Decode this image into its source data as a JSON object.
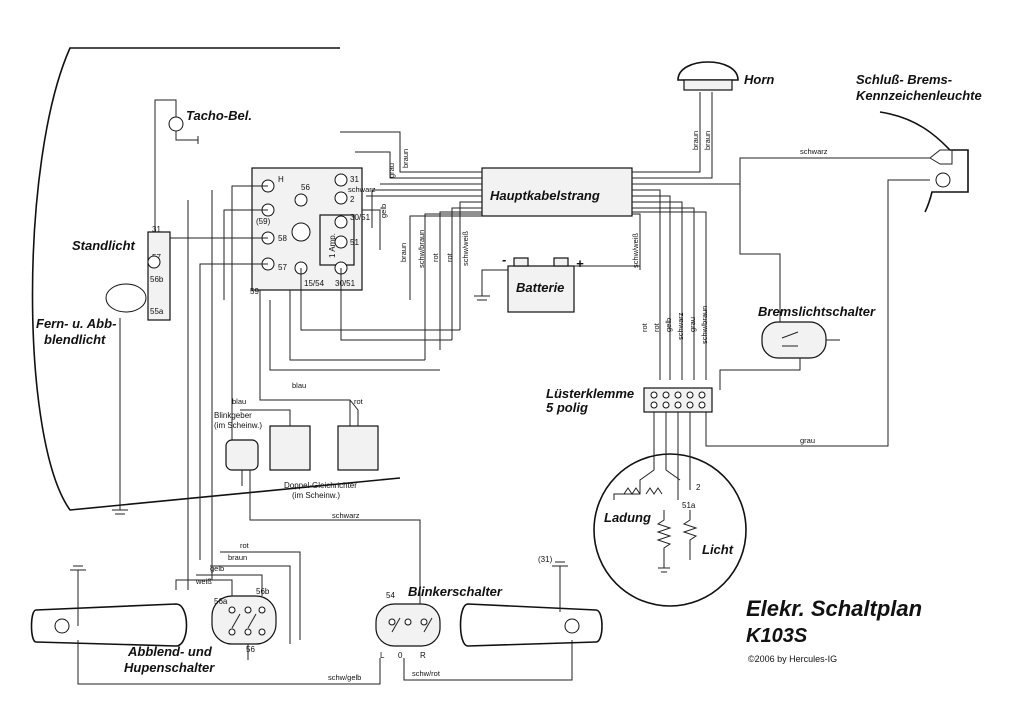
{
  "title": "Elekr. Schaltplan",
  "model": "K103S",
  "copyright": "©2006 by Hercules-IG",
  "labels": {
    "horn": "Horn",
    "taillight_line1": "Schluß- Brems-",
    "taillight_line2": "Kennzeichenleuchte",
    "tacho": "Tacho-Bel.",
    "harness": "Hauptkabelstrang",
    "standlicht": "Standlicht",
    "headlight_line1": "Fern- u. Abb-",
    "headlight_line2": "blendlicht",
    "battery": "Batterie",
    "brake_switch": "Bremslichtschalter",
    "terminal_line1": "Lüsterklemme",
    "terminal_line2": "5 polig",
    "blinkgeber_line1": "Blinkgeber",
    "blinkgeber_line2": "(im Scheinw.)",
    "rectifier_line1": "Doppel-Gleichrichter",
    "rectifier_line2": "(im Scheinw.)",
    "ladung": "Ladung",
    "licht": "Licht",
    "blink_switch": "Blinkerschalter",
    "dim_switch_line1": "Abblend- und",
    "dim_switch_line2": "Hupenschalter",
    "fuse": "1 Amp."
  },
  "pins": {
    "h": "H",
    "p31": "31",
    "p56": "56",
    "p2": "2",
    "p59b": "(59)",
    "p58": "58",
    "p3051a": "30/51",
    "p51": "51",
    "p57": "57",
    "p59": "59",
    "p1554": "15/54",
    "p3051b": "30/51",
    "s31": "31",
    "s57": "57",
    "s56b": "56b",
    "s55a": "55a",
    "battery_minus": "-",
    "battery_plus": "+",
    "gen_2": "2",
    "gen_51a": "51a",
    "bs_54": "54",
    "bs_L": "L",
    "bs_0": "0",
    "bs_R": "R",
    "ds_56a": "56a",
    "ds_56b": "56b",
    "ds_56": "56",
    "ground_31": "(31)"
  },
  "wires": {
    "braun": "braun",
    "schwarz": "schwarz",
    "grau": "grau",
    "gelb": "gelb",
    "rot": "rot",
    "blau": "blau",
    "weiss": "weiß",
    "schwbraun": "schw/braun",
    "schwweiss": "schw/weiß",
    "schwgelb": "schw/gelb",
    "schwrot": "schw/rot"
  },
  "colors": {
    "ink": "#111111",
    "paper": "#ffffff",
    "box_fill": "#f2f2f2"
  }
}
